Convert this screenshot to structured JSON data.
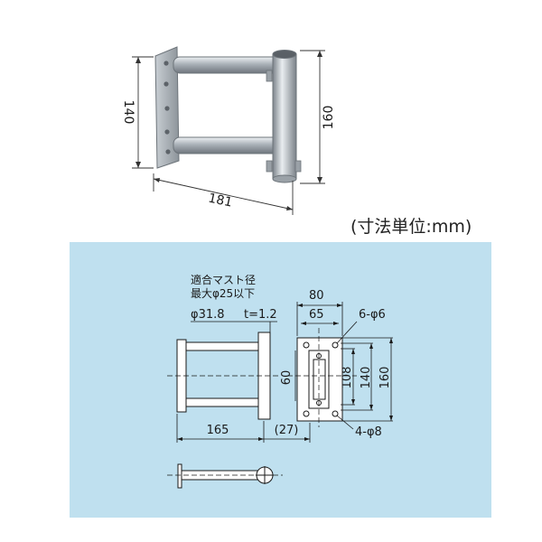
{
  "photo": {
    "dim_height_left": "140",
    "dim_height_right": "160",
    "dim_width": "181"
  },
  "units_note": "(寸法単位:mm)",
  "drawing": {
    "mast_note_line1": "適合マスト径",
    "mast_note_line2": "最大φ25以下",
    "pipe_spec": "φ31.8",
    "thickness": "t=1.2",
    "dim_80": "80",
    "dim_65": "65",
    "holes_top": "6-φ6",
    "dim_60": "60",
    "dim_108": "108",
    "dim_140": "140",
    "dim_160": "160",
    "dim_165": "165",
    "dim_27": "(27)",
    "holes_bottom": "4-φ8"
  },
  "colors": {
    "panel_bg": "#bfe0ef",
    "steel": "#b9bfc5",
    "line": "#1a1a1a"
  }
}
